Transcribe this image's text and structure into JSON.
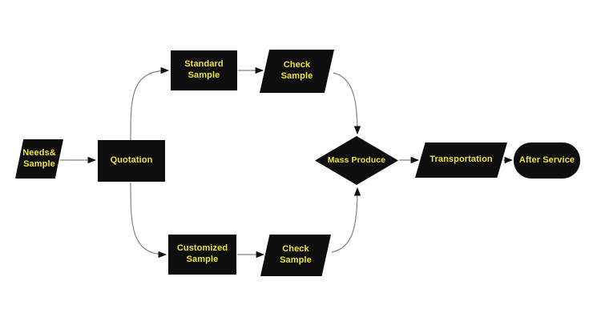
{
  "diagram": {
    "type": "flowchart",
    "colors": {
      "background": "#ffffff",
      "shape_fill": "#0e0e0e",
      "label_text": "#efe33a",
      "connector_line": "#828282",
      "arrowhead": "#111111"
    },
    "nodes": {
      "needs": {
        "label": "Needs&\nSample",
        "shape": "parallelogram"
      },
      "quotation": {
        "label": "Quotation",
        "shape": "rectangle"
      },
      "standard": {
        "label": "Standard\nSample",
        "shape": "rectangle"
      },
      "check_top": {
        "label": "Check\nSample",
        "shape": "parallelogram"
      },
      "customized": {
        "label": "Customized\nSample",
        "shape": "rectangle"
      },
      "check_bottom": {
        "label": "Check\nSample",
        "shape": "parallelogram"
      },
      "mass_produce": {
        "label": "Mass Produce",
        "shape": "diamond"
      },
      "transportation": {
        "label": "Transportation",
        "shape": "parallelogram"
      },
      "after_service": {
        "label": "After Service",
        "shape": "stadium"
      }
    },
    "edges": [
      {
        "from": "needs",
        "to": "quotation"
      },
      {
        "from": "quotation",
        "to": "standard"
      },
      {
        "from": "standard",
        "to": "check_top"
      },
      {
        "from": "check_top",
        "to": "mass_produce"
      },
      {
        "from": "quotation",
        "to": "customized"
      },
      {
        "from": "customized",
        "to": "check_bottom"
      },
      {
        "from": "check_bottom",
        "to": "mass_produce"
      },
      {
        "from": "mass_produce",
        "to": "transportation"
      },
      {
        "from": "transportation",
        "to": "after_service"
      }
    ]
  }
}
